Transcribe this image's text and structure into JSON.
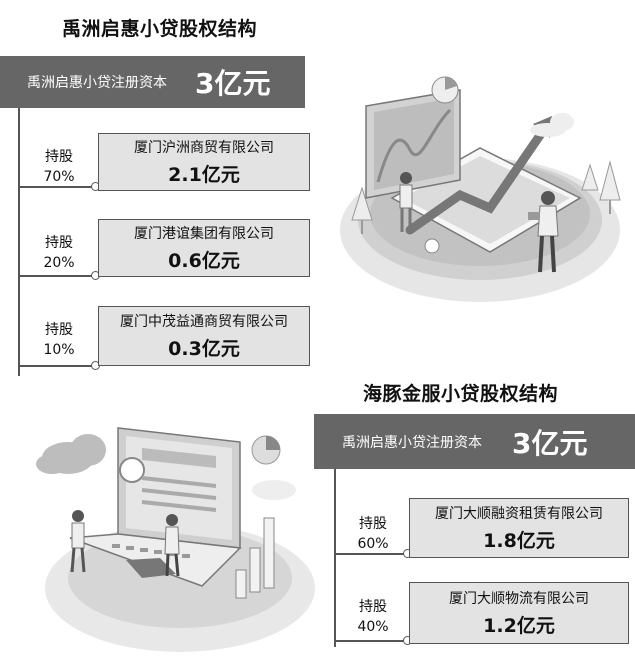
{
  "structure_1": {
    "title": "禹洲启惠小贷股权结构",
    "capital_label": "禹洲启惠小贷注册资本",
    "capital_value": "3亿元",
    "holders": [
      {
        "share_word": "持股",
        "share_pct": "70%",
        "company": "厦门沪洲商贸有限公司",
        "amount": "2.1亿元"
      },
      {
        "share_word": "持股",
        "share_pct": "20%",
        "company": "厦门港谊集团有限公司",
        "amount": "0.6亿元"
      },
      {
        "share_word": "持股",
        "share_pct": "10%",
        "company": "厦门中茂益通商贸有限公司",
        "amount": "0.3亿元"
      }
    ]
  },
  "structure_2": {
    "title": "海豚金服小贷股权结构",
    "capital_label": "禹洲启惠小贷注册资本",
    "capital_value": "3亿元",
    "holders": [
      {
        "share_word": "持股",
        "share_pct": "60%",
        "company": "厦门大顺融资租赁有限公司",
        "amount": "1.8亿元"
      },
      {
        "share_word": "持股",
        "share_pct": "40%",
        "company": "厦门大顺物流有限公司",
        "amount": "1.2亿元"
      }
    ]
  },
  "colors": {
    "bar": "#666666",
    "box_fill": "#e3e3e3",
    "line": "#555555"
  },
  "illustrations": [
    "phone-chart-illustration",
    "laptop-illustration"
  ]
}
